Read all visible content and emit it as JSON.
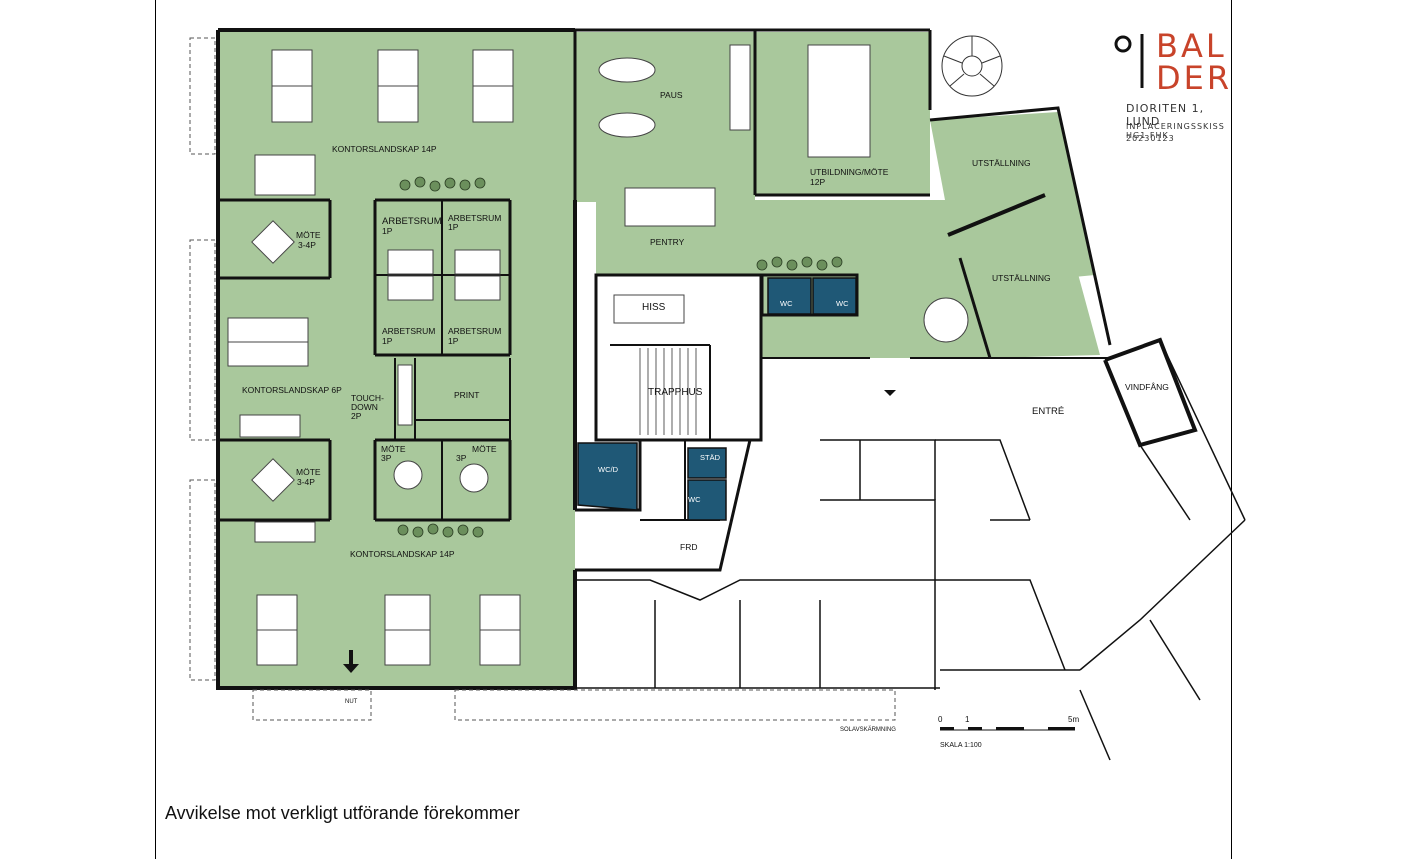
{
  "brand": {
    "line1": "BAL",
    "line2": "DER",
    "project": "DIORITEN 1, LUND",
    "subtitle": "INPLACERINGSSKISS HG1 FHK",
    "date": "20230123",
    "accent_color": "#c8432a"
  },
  "rooms": {
    "kontor_top": "KONTORSLANDSKAP 14P",
    "mote_a": "MÖTE",
    "mote_a_cap": "3-4P",
    "arbetsrum_1": "ARBETSRUM",
    "arbetsrum_1_cap": "1P",
    "arbetsrum_2": "ARBETSRUM",
    "arbetsrum_2_cap": "1P",
    "arbetsrum_3": "ARBETSRUM",
    "arbetsrum_3_cap": "1P",
    "arbetsrum_4": "ARBETSRUM",
    "arbetsrum_4_cap": "1P",
    "kontor_mid": "KONTORSLANDSKAP 6P",
    "touchdown_1": "TOUCH-",
    "touchdown_2": "DOWN",
    "touchdown_cap": "2P",
    "print": "PRINT",
    "mote_b": "MÖTE",
    "mote_b_cap": "3-4P",
    "mote_c": "MÖTE",
    "mote_c_cap": "3P",
    "mote_d": "MÖTE",
    "mote_d_cap": "3P",
    "kontor_bottom": "KONTORSLANDSKAP 14P",
    "paus": "PAUS",
    "utbildning": "UTBILDNING/MÖTE",
    "utbildning_cap": "12P",
    "pentry": "PENTRY",
    "utstallning_1": "UTSTÄLLNING",
    "utstallning_2": "UTSTÄLLNING",
    "hiss": "HISS",
    "trapphus": "TRAPPHUS",
    "wc_1": "WC",
    "wc_2": "WC",
    "wcd": "WC/D",
    "stad": "STÄD",
    "wc_3": "WC",
    "frd": "FRD",
    "entre": "ENTRÉ",
    "vindfang": "VINDFÅNG",
    "nut": "NUT",
    "solavskarmning": "SOLAVSKÄRMNING"
  },
  "scale": {
    "tick_0": "0",
    "tick_1": "1",
    "tick_5": "5m",
    "label": "SKALA 1:100"
  },
  "colors": {
    "room_green": "#a9c89c",
    "wc_blue": "#1f5876",
    "wall": "#111111"
  },
  "disclaimer": "Avvikelse mot verkligt utförande förekommer"
}
